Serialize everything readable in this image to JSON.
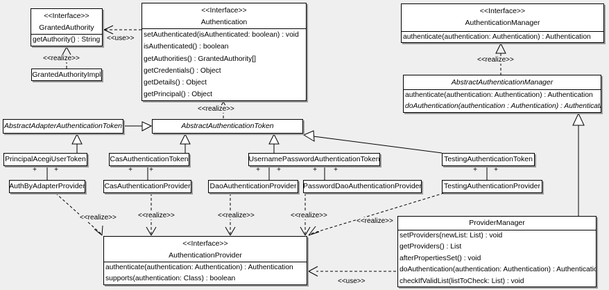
{
  "labels": {
    "use": "<<use>>",
    "realize": "<<realize>>",
    "plus": "+"
  },
  "colors": {
    "background": "#efefef",
    "box_fill": "#ffffff",
    "line": "#000000",
    "shadow": "#9b9b9b"
  },
  "classes": {
    "granted_authority": {
      "stereotype": "<<Interface>>",
      "name": "GrantedAuthority",
      "methods": [
        "getAuthority() : String"
      ]
    },
    "granted_authority_impl": {
      "name": "GrantedAuthorityImpl"
    },
    "authentication": {
      "stereotype": "<<Interface>>",
      "name": "Authentication",
      "methods": [
        "setAuthenticated(isAuthenticated: boolean) : void",
        "isAuthenticated() : boolean",
        "getAuthorities() : GrantedAuthority[]",
        "getCredentials() : Object",
        "getDetails() : Object",
        "getPrincipal() : Object"
      ]
    },
    "authentication_manager": {
      "stereotype": "<<Interface>>",
      "name": "AuthenticationManager",
      "methods": [
        "authenticate(authentication: Authentication) : Authentication"
      ]
    },
    "abstract_authentication_manager": {
      "name": "AbstractAuthenticationManager",
      "methods": [
        "authenticate(authentication: Authentication) : Authentication",
        "doAuthentication(authentication : Authentication) : Authentication"
      ]
    },
    "abstract_adapter_authentication_token": {
      "name": "AbstractAdapterAuthenticationToken"
    },
    "abstract_authentication_token": {
      "name": "AbstractAuthenticationToken"
    },
    "principal_acegi_user_token": {
      "name": "PrincipalAcegiUserToken"
    },
    "cas_authentication_token": {
      "name": "CasAuthenticationToken"
    },
    "username_password_authentication_token": {
      "name": "UsernamePasswordAuthenticationToken"
    },
    "testing_authentication_token": {
      "name": "TestingAuthenticationToken"
    },
    "auth_by_adapter_provider": {
      "name": "AuthByAdapterProvider"
    },
    "cas_authentication_provider": {
      "name": "CasAuthenticationProvider"
    },
    "dao_authentication_provider": {
      "name": "DaoAuthenticationProvider"
    },
    "password_dao_authentication_provider": {
      "name": "PasswordDaoAuthenticationProvider"
    },
    "testing_authentication_provider": {
      "name": "TestingAuthenticationProvider"
    },
    "authentication_provider": {
      "stereotype": "<<Interface>>",
      "name": "AuthenticationProvider",
      "methods": [
        "authenticate(authentication: Authentication) : Authentication",
        "supports(authentication: Class) : boolean"
      ]
    },
    "provider_manager": {
      "name": "ProviderManager",
      "methods": [
        "setProviders(newList: List) : void",
        "getProviders() : List",
        "afterPropertiesSet() : void",
        "doAuthentication(authentication: Authentication) : Authentication",
        "checkIfValidList(listToCheck: List) : void"
      ]
    }
  }
}
